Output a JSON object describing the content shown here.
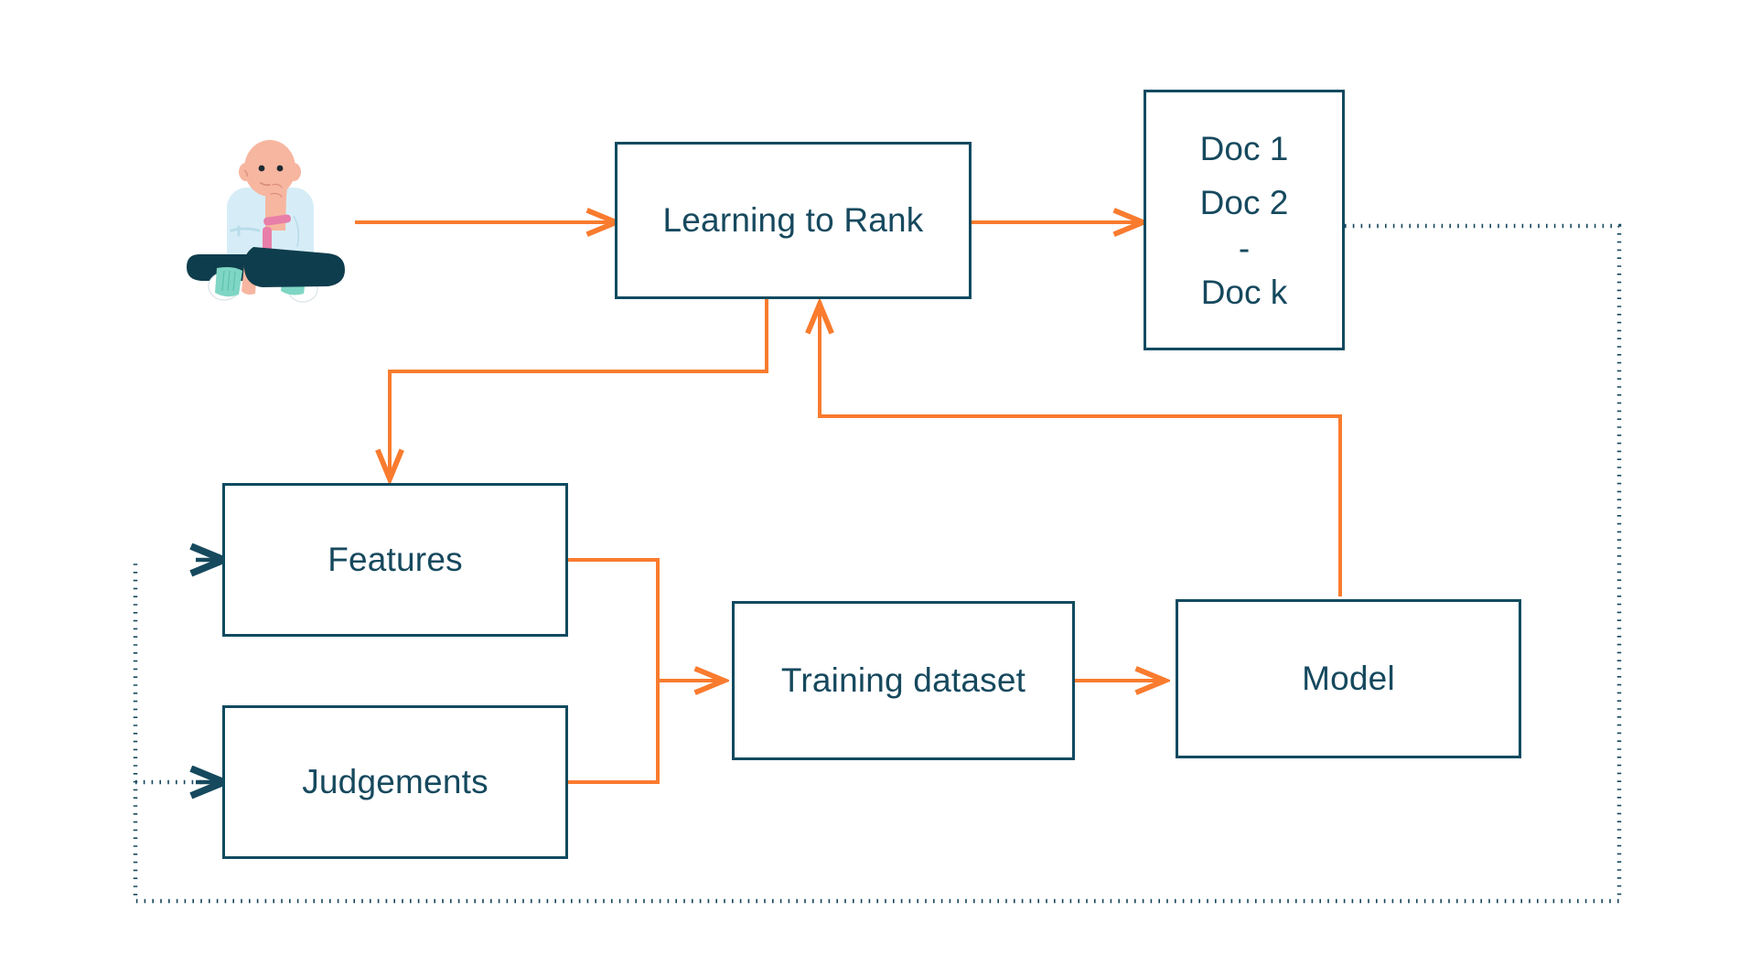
{
  "diagram": {
    "title": "Learning to Rank pipeline",
    "background": "#ffffff",
    "colors": {
      "node_border": "#104a60",
      "node_text": "#16495e",
      "flow_arrow": "#f97b2e",
      "feedback_dotted": "#16495e",
      "shirt": "#d6edf7",
      "pants": "#0e3d4d",
      "skin": "#f6b39e",
      "band": "#e87fa8",
      "sock": "#7fd6c4"
    }
  },
  "nodes": {
    "user": {
      "name": "thinking-user-illustration",
      "alt": "Person sitting cross-legged thinking"
    },
    "ltr": {
      "label": "Learning to Rank"
    },
    "docs": {
      "lines": [
        "Doc 1",
        "Doc 2",
        "-",
        "Doc k"
      ]
    },
    "features": {
      "label": "Features"
    },
    "judgements": {
      "label": "Judgements"
    },
    "training": {
      "label": "Training dataset"
    },
    "model": {
      "label": "Model"
    }
  },
  "edges": [
    {
      "name": "user-to-ltr",
      "from": "user",
      "to": "ltr",
      "style": "solid",
      "color": "#f97b2e"
    },
    {
      "name": "ltr-to-docs",
      "from": "ltr",
      "to": "docs",
      "style": "solid",
      "color": "#f97b2e"
    },
    {
      "name": "ltr-to-features",
      "from": "ltr",
      "to": "features",
      "style": "solid",
      "color": "#f97b2e"
    },
    {
      "name": "features-to-training",
      "from": "features",
      "to": "training",
      "style": "solid",
      "color": "#f97b2e"
    },
    {
      "name": "judgements-to-training",
      "from": "judgements",
      "to": "training",
      "style": "solid",
      "color": "#f97b2e"
    },
    {
      "name": "training-to-model",
      "from": "training",
      "to": "model",
      "style": "solid",
      "color": "#f97b2e"
    },
    {
      "name": "model-to-ltr",
      "from": "model",
      "to": "ltr",
      "style": "solid",
      "color": "#f97b2e"
    },
    {
      "name": "docs-to-features",
      "from": "docs",
      "to": "features",
      "style": "dotted",
      "color": "#16495e"
    },
    {
      "name": "docs-to-judgements",
      "from": "docs",
      "to": "judgements",
      "style": "dotted",
      "color": "#16495e"
    }
  ]
}
